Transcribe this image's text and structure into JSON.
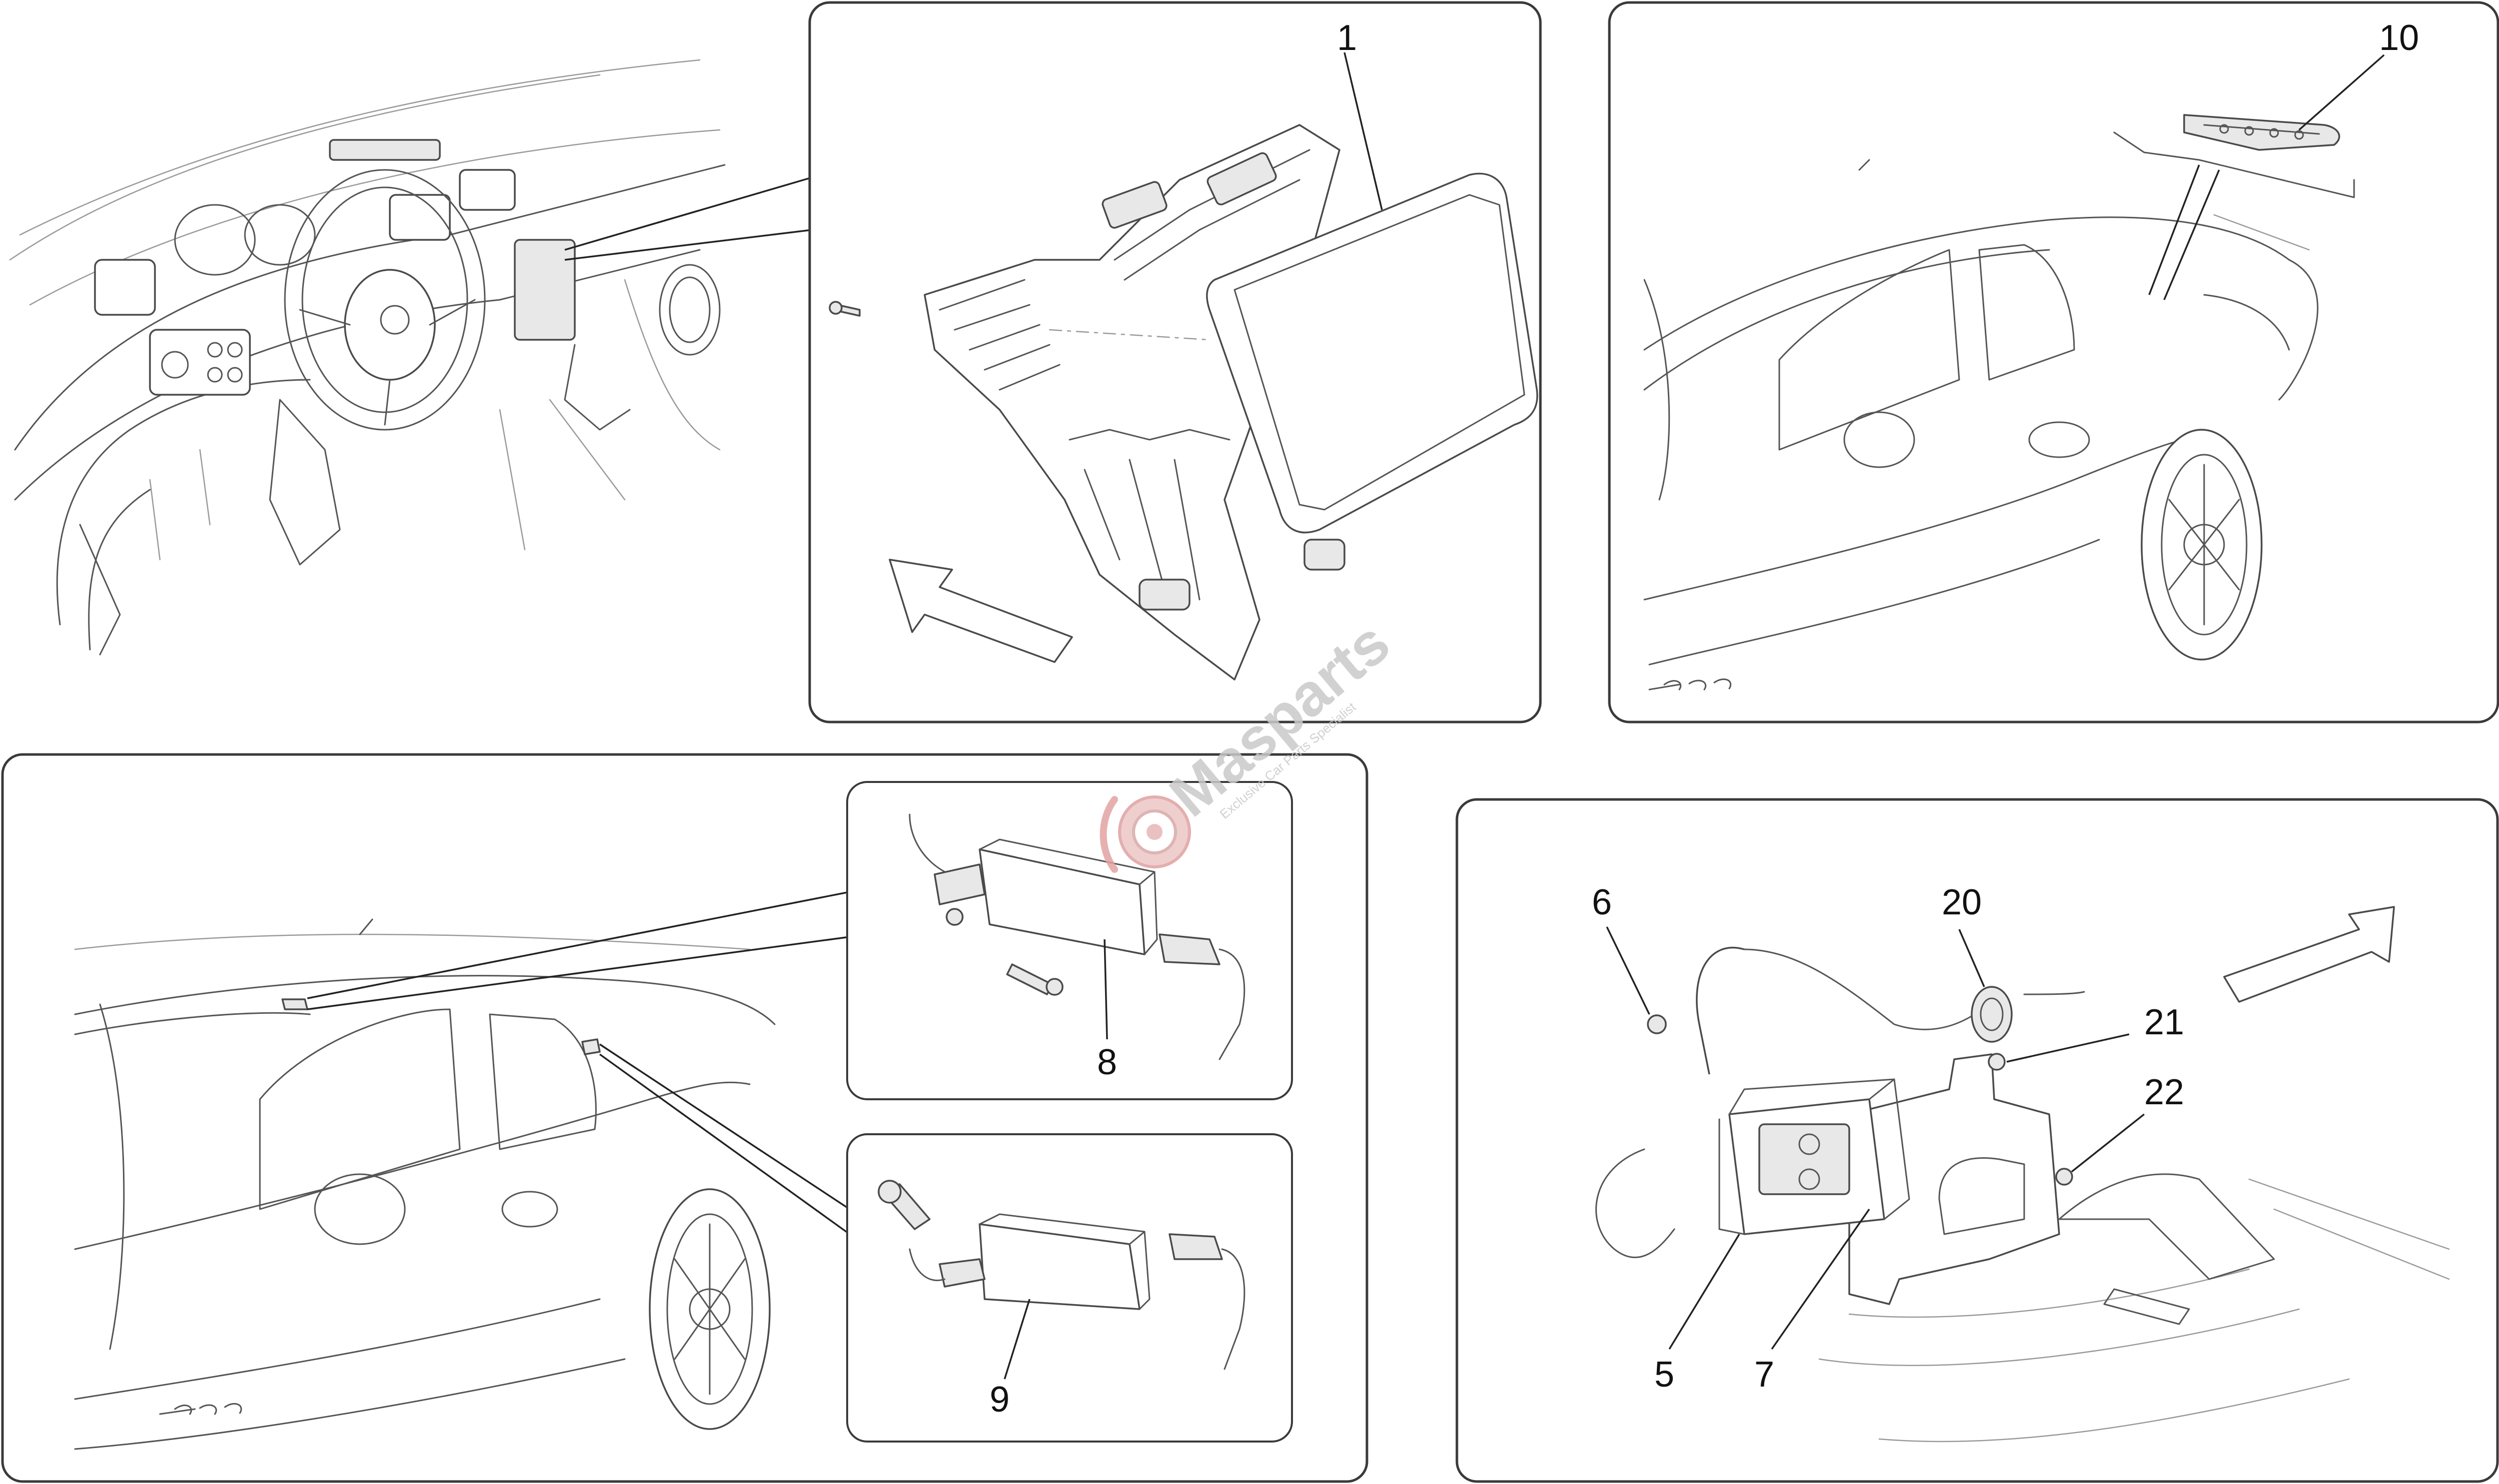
{
  "diagram": {
    "callouts": {
      "c1": "1",
      "c5": "5",
      "c6": "6",
      "c7": "7",
      "c8": "8",
      "c9": "9",
      "c10": "10",
      "c20": "20",
      "c21": "21",
      "c22": "22"
    },
    "watermark": {
      "brand": "Masparts",
      "tagline": "Exclusive Car Parts Specialist"
    }
  }
}
